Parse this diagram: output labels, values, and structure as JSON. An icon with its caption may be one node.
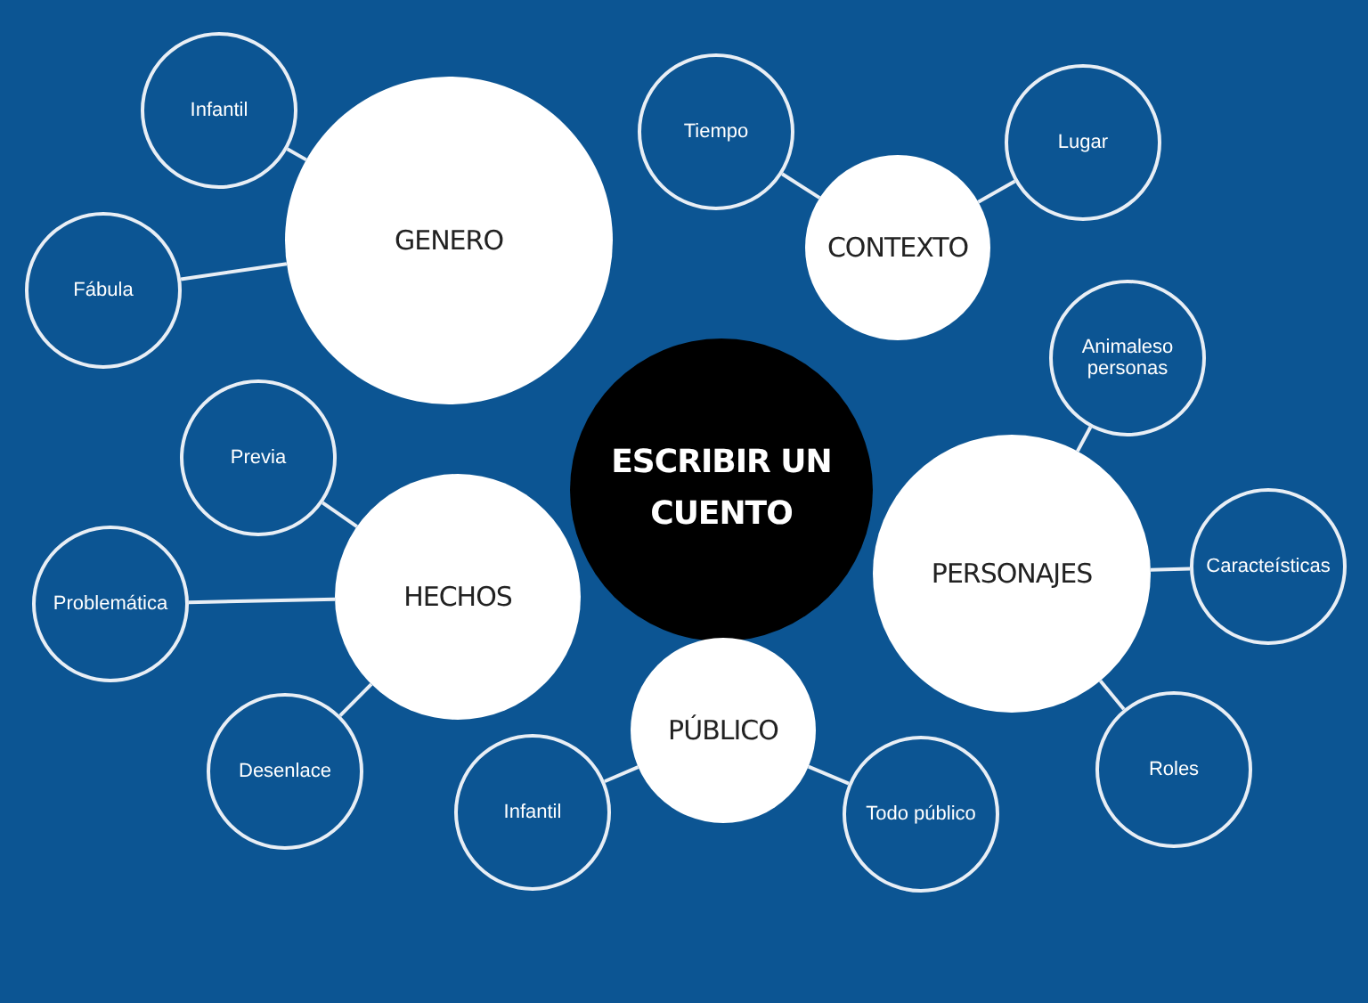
{
  "diagram": {
    "nodes": [
      {
        "text": [
          "ESCRIBIR UN CUENTO"
        ]
      },
      {
        "text": [
          "GENERO"
        ]
      },
      {
        "text": [
          "Infantil"
        ]
      },
      {
        "text": [
          "Fábula"
        ]
      },
      {
        "text": [
          "CONTEXTO"
        ]
      },
      {
        "text": [
          "Tiempo"
        ]
      },
      {
        "text": [
          "Lugar"
        ]
      },
      {
        "text": [
          "PERSONAJES"
        ]
      },
      {
        "text": [
          "Animaleso personas"
        ]
      },
      {
        "text": [
          "Caracteísticas"
        ]
      },
      {
        "text": [
          "Roles"
        ]
      },
      {
        "text": [
          "HECHOS"
        ]
      },
      {
        "text": [
          "Previa"
        ]
      },
      {
        "text": [
          "Problemática"
        ]
      },
      {
        "text": [
          "Desenlace"
        ]
      },
      {
        "text": [
          "PÚBLICO"
        ]
      },
      {
        "text": [
          "Infantil"
        ]
      },
      {
        "text": [
          "Todo público"
        ]
      }
    ],
    "edges": [
      {
        "from": 1,
        "to": 2,
        "arrow": "none"
      },
      {
        "from": 1,
        "to": 3,
        "arrow": "none"
      },
      {
        "from": 4,
        "to": 5,
        "arrow": "none"
      },
      {
        "from": 4,
        "to": 6,
        "arrow": "none"
      },
      {
        "from": 7,
        "to": 8,
        "arrow": "none"
      },
      {
        "from": 7,
        "to": 9,
        "arrow": "none"
      },
      {
        "from": 7,
        "to": 10,
        "arrow": "none"
      },
      {
        "from": 11,
        "to": 12,
        "arrow": "none"
      },
      {
        "from": 11,
        "to": 13,
        "arrow": "none"
      },
      {
        "from": 11,
        "to": 14,
        "arrow": "none"
      },
      {
        "from": 15,
        "to": 16,
        "arrow": "none"
      },
      {
        "from": 15,
        "to": 17,
        "arrow": "none"
      }
    ]
  }
}
